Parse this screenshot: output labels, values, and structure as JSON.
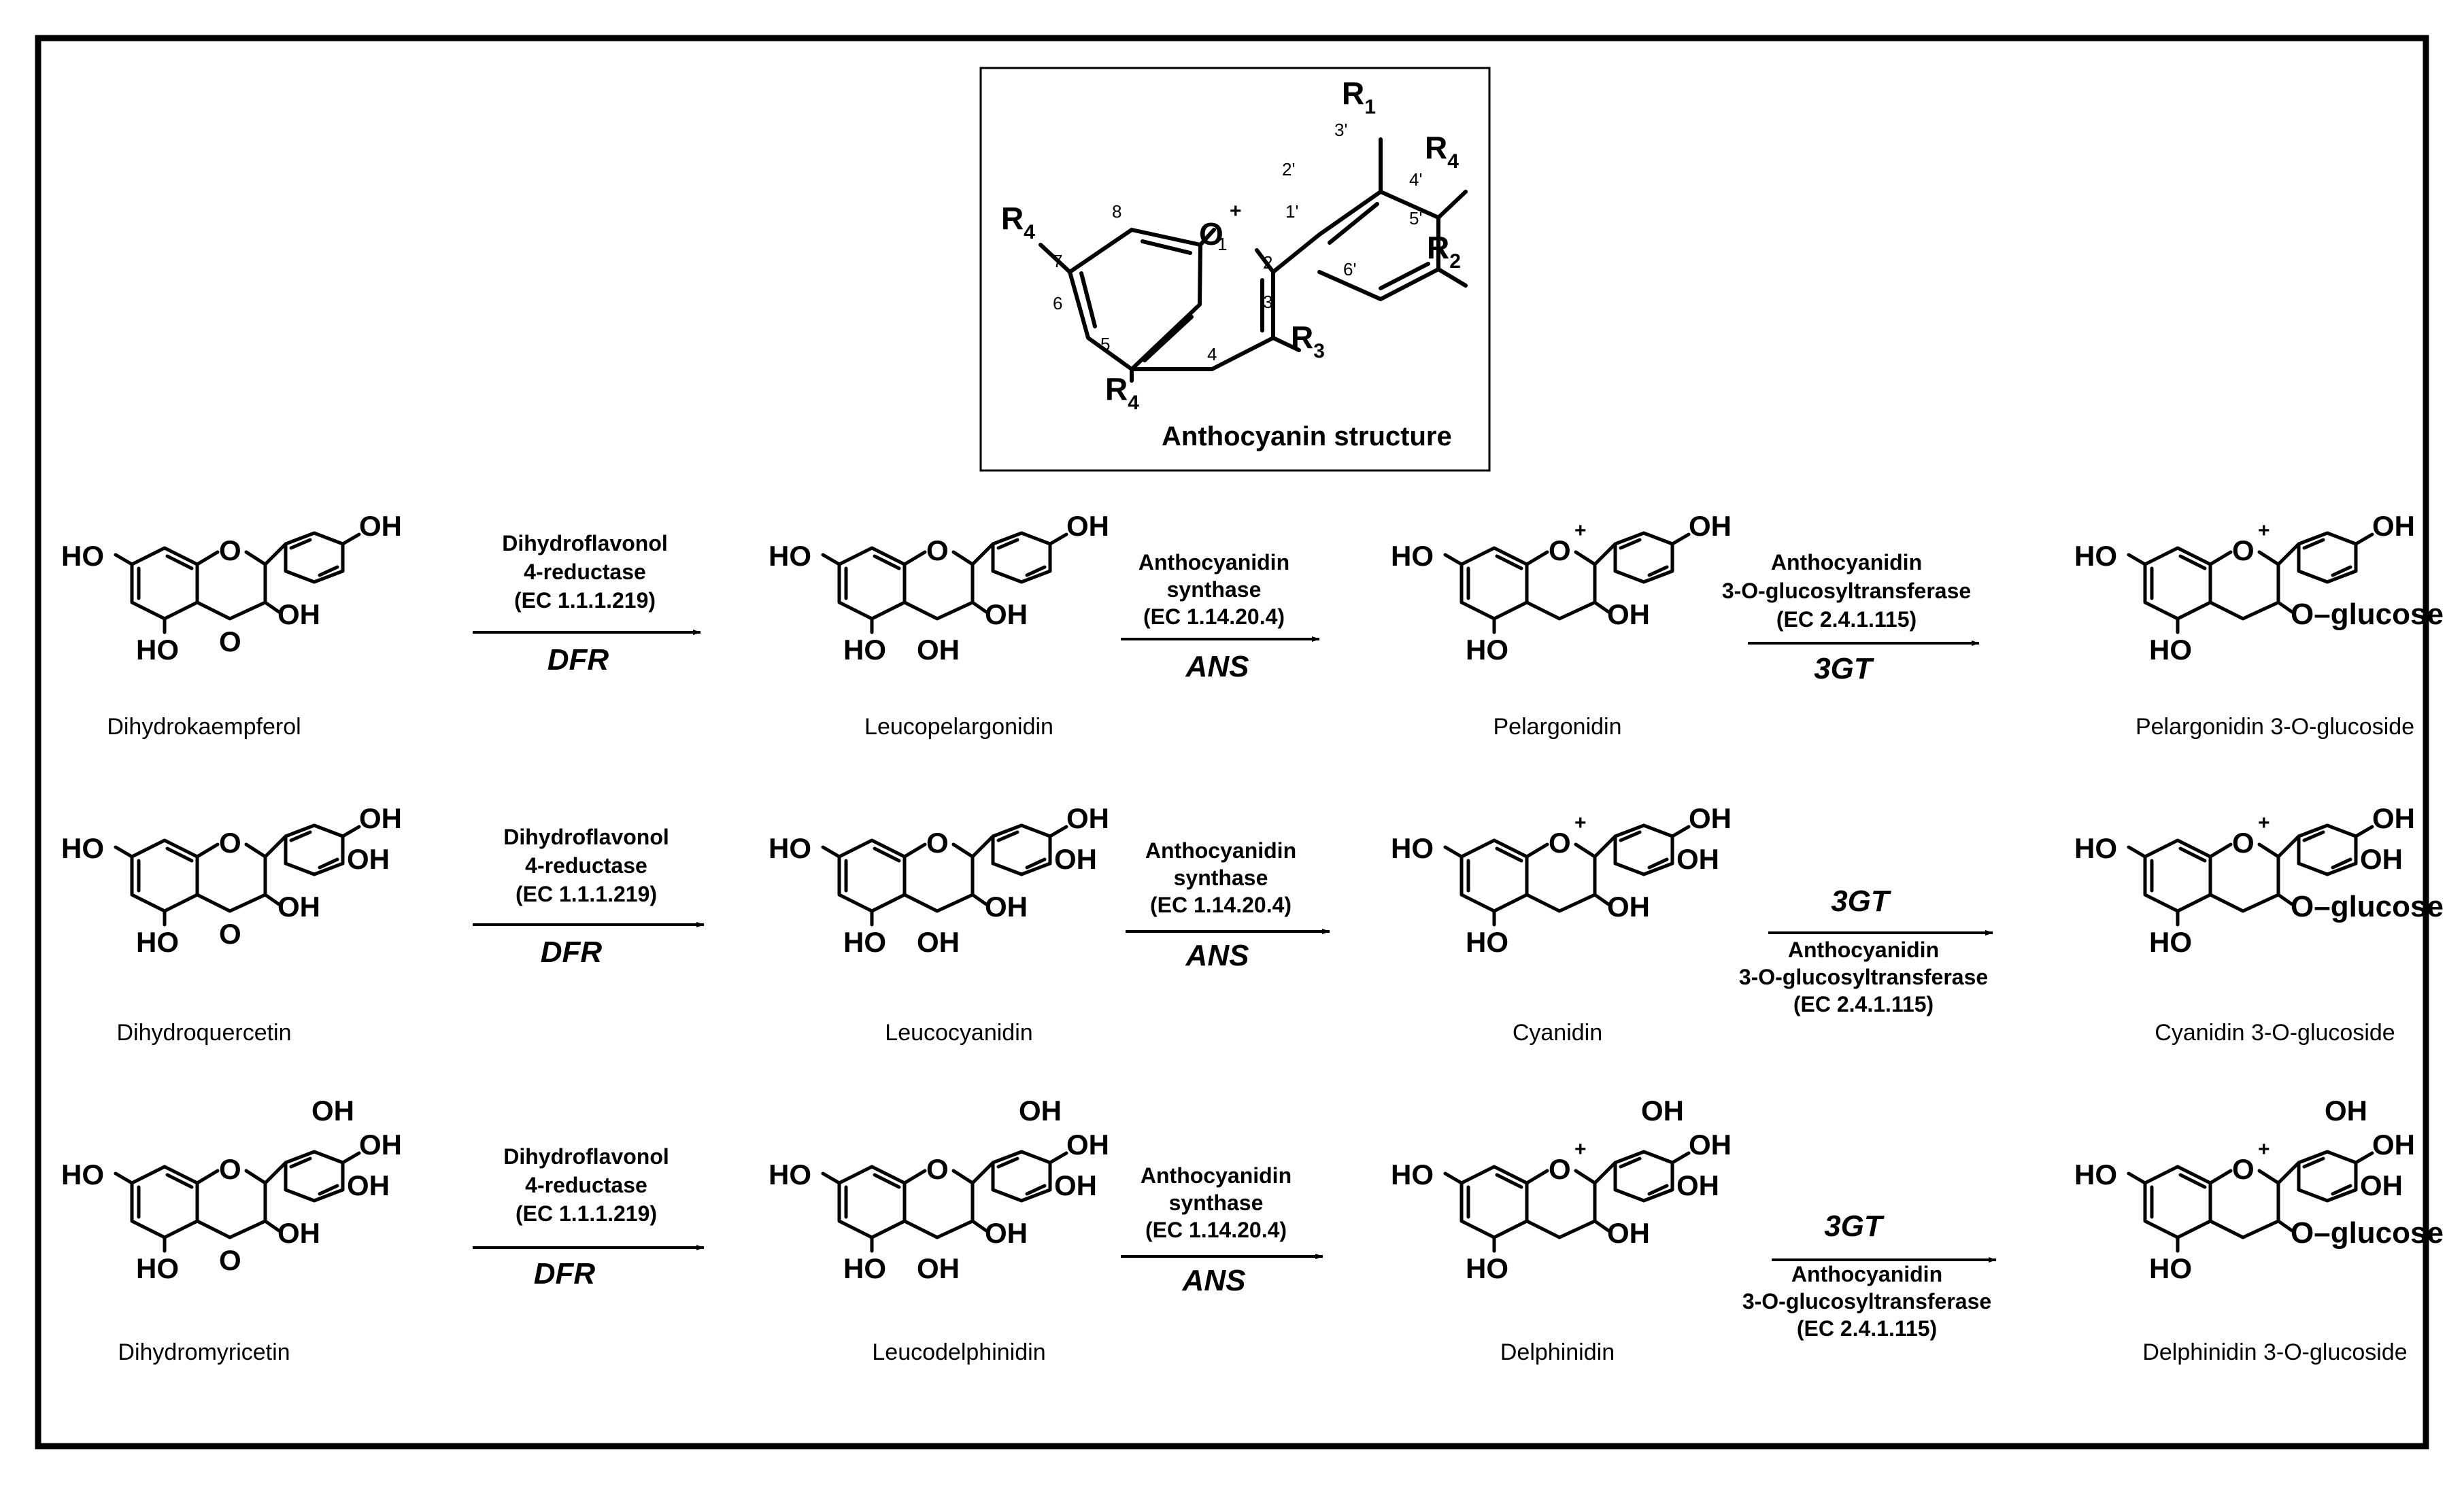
{
  "structure_box": {
    "caption": "Anthocyanin structure",
    "atoms": {
      "oxygen": "O",
      "plus": "+"
    },
    "substituents": [
      {
        "id": "r1",
        "label": "R",
        "sub": "1"
      },
      {
        "id": "r4_b",
        "label": "R",
        "sub": "4"
      },
      {
        "id": "r2",
        "label": "R",
        "sub": "2"
      },
      {
        "id": "r4_a",
        "label": "R",
        "sub": "4"
      },
      {
        "id": "r3",
        "label": "R",
        "sub": "3"
      },
      {
        "id": "r4_c",
        "label": "R",
        "sub": "4"
      }
    ],
    "positions": [
      "8",
      "1",
      "2",
      "3",
      "4",
      "5",
      "6",
      "7",
      "1'",
      "2'",
      "3'",
      "4'",
      "5'",
      "6'"
    ]
  },
  "groups": {
    "ho": "HO",
    "oh": "OH",
    "o": "O",
    "o_glucose": "O–glucose",
    "plus": "+"
  },
  "enzymes": {
    "dfr_line1": "Dihydroflavonol",
    "dfr_line2": "4-reductase",
    "dfr_ec": "(EC 1.1.1.219)",
    "dfr_abbr": "DFR",
    "ans_line1": "Anthocyanidin",
    "ans_line2": "synthase",
    "ans_ec": "(EC 1.14.20.4)",
    "ans_abbr": "ANS",
    "gt_line1": "Anthocyanidin",
    "gt_line2": "3-O-glucosyltransferase",
    "gt_ec": "(EC 2.4.1.115)",
    "gt_abbr": "3GT"
  },
  "rows": [
    {
      "dihydroflavonol": "Dihydrokaempferol",
      "leuco": "Leucopelargonidin",
      "anthocyanidin": "Pelargonidin",
      "glucoside": "Pelargonidin 3-O-glucoside"
    },
    {
      "dihydroflavonol": "Dihydroquercetin",
      "leuco": "Leucocyanidin",
      "anthocyanidin": "Cyanidin",
      "glucoside": "Cyanidin 3-O-glucoside"
    },
    {
      "dihydroflavonol": "Dihydromyricetin",
      "leuco": "Leucodelphinidin",
      "anthocyanidin": "Delphinidin",
      "glucoside": "Delphinidin 3-O-glucoside"
    }
  ]
}
